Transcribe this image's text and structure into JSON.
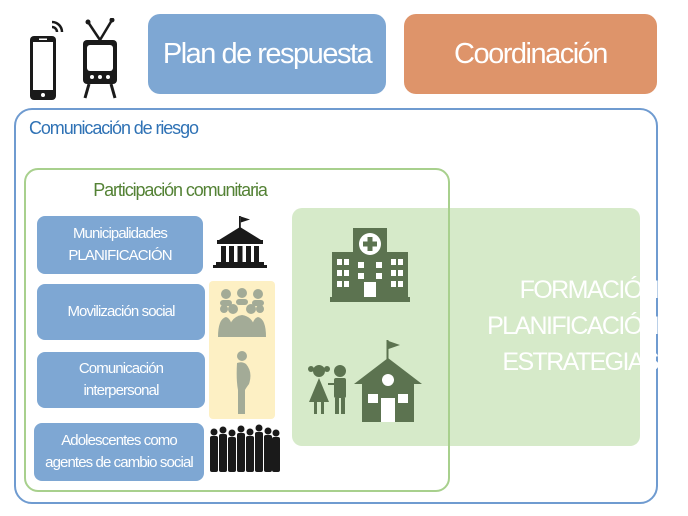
{
  "header": {
    "plan_label": "Plan de respuesta",
    "coordination_label": "Coordinación"
  },
  "risk_communication": {
    "title": "Comunicación de riesgo",
    "training_lines": [
      "FORMACIÓN",
      "PLANIFICACIÓN",
      "ESTRATEGIAS"
    ]
  },
  "community": {
    "title": "Participación comunitaria",
    "cards": [
      {
        "lines": [
          "Municipalidades",
          "PLANIFICACIÓN"
        ]
      },
      {
        "lines": [
          "Movilización social"
        ]
      },
      {
        "lines": [
          "Comunicación",
          "interpersonal"
        ]
      },
      {
        "lines": [
          "Adolescentes como",
          "agentes de cambio social"
        ]
      }
    ]
  },
  "icons": [
    "mobile-phone-icon",
    "television-icon",
    "city-hall-icon",
    "crowd-icon",
    "pregnant-woman-icon",
    "group-silhouette-icon",
    "hospital-icon",
    "children-icon",
    "school-icon"
  ],
  "colors": {
    "blue": "#7ea7d3",
    "orange": "#de946a",
    "light_green": "#d6eac9",
    "green_border": "#a8d08d",
    "yellow": "#fdf0c4",
    "icon_green": "#5c7350"
  }
}
